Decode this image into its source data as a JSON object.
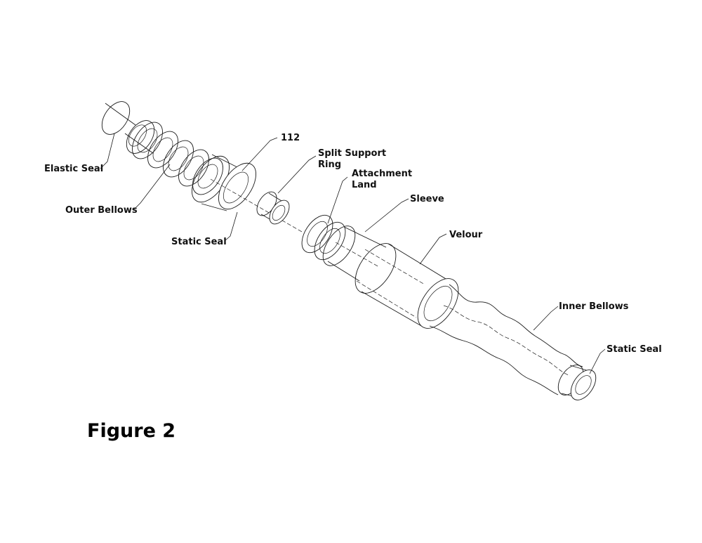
{
  "figure_title": "Figure 2",
  "labels": {
    "elastic_seal": "Elastic Seal",
    "outer_bellows": "Outer Bellows",
    "static_seal_left": "Static Seal",
    "ref_112": "112",
    "split_support_ring_1": "Split Support",
    "split_support_ring_2": "Ring",
    "attachment_land_1": "Attachment",
    "attachment_land_2": "Land",
    "sleeve": "Sleeve",
    "velour": "Velour",
    "inner_bellows": "Inner Bellows",
    "static_seal_right": "Static Seal"
  }
}
